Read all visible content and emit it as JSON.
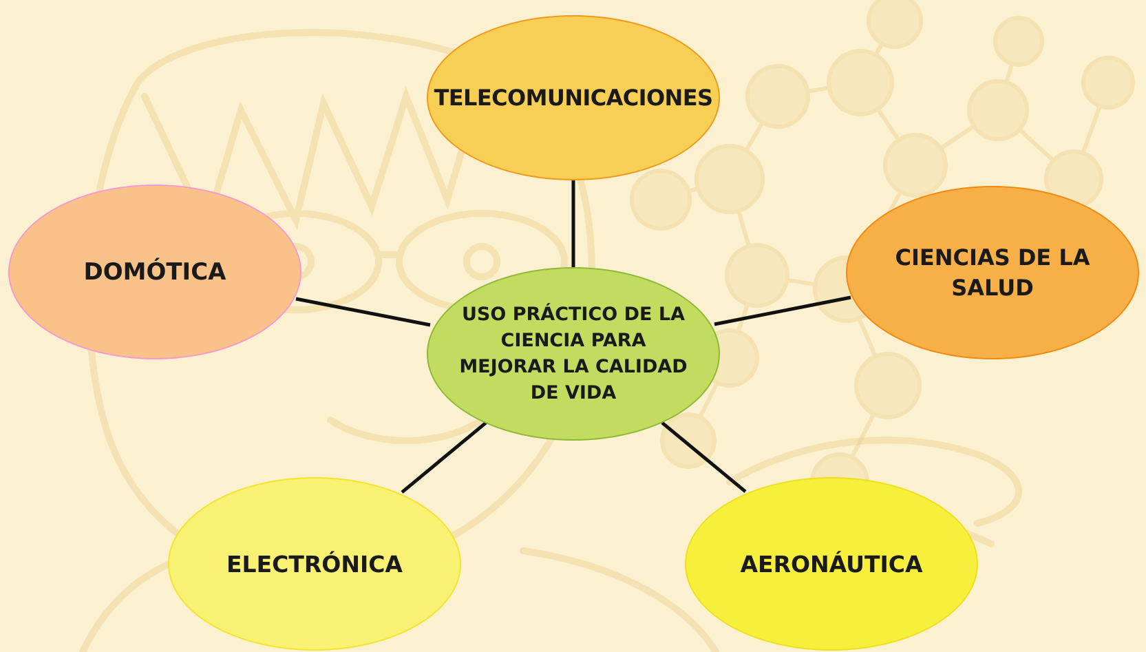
{
  "diagram": {
    "center": {
      "label": "USO PRÁCTICO DE LA CIENCIA PARA MEJORAR LA CALIDAD DE VIDA"
    },
    "branches": [
      {
        "id": "tele",
        "label": "TELECOMUNICACIONES"
      },
      {
        "id": "salud",
        "label": "CIENCIAS DE LA SALUD"
      },
      {
        "id": "aero",
        "label": "AERONÁUTICA"
      },
      {
        "id": "elec",
        "label": "ELECTRÓNICA"
      },
      {
        "id": "domo",
        "label": "DOMÓTICA"
      }
    ]
  },
  "colors": {
    "background": "#fbf0cf",
    "center_fill": "#c2dc60",
    "telecomunicaciones_fill": "#f7cf54",
    "ciencias_salud_fill": "#f7b047",
    "aeronautica_fill": "#f6f03c",
    "electronica_fill": "#f8f174",
    "domotica_fill": "#f9c288",
    "connector": "#111111"
  }
}
